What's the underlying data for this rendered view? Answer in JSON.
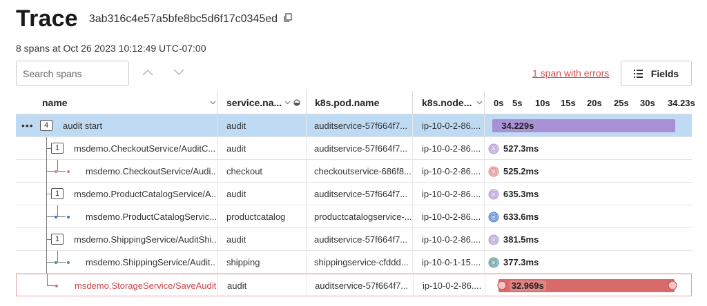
{
  "header": {
    "title": "Trace",
    "trace_id": "3ab316c4e57a5bfe8bc5d6f17c0345ed",
    "summary": "8 spans at Oct 26 2023 10:12:49 UTC-07:00"
  },
  "toolbar": {
    "search_placeholder": "Search spans",
    "errors_link": "1 span with errors",
    "fields_label": "Fields"
  },
  "columns": {
    "name": "name",
    "service": "service.na...",
    "pod": "k8s.pod.name",
    "node": "k8s.node...",
    "ticks": [
      "0s",
      "5s",
      "10s",
      "15s",
      "20s",
      "25s",
      "30s",
      "34.23s"
    ]
  },
  "total_seconds": 34.23,
  "colors": {
    "audit": "#a98fd3",
    "error": "#d86a6a",
    "checkout": "#e07a7a",
    "productcatalog": "#3b6fc9",
    "shipping": "#4a8a96",
    "selected_row": "#bfdaf3"
  },
  "rows": [
    {
      "name": "audit start",
      "service": "audit",
      "pod": "auditservice-57f664f7...",
      "node": "ip-10-0-2-86....",
      "duration": "34.229s",
      "duration_s": 34.229,
      "start_s": 0.05,
      "badge": "4",
      "level": 0,
      "kind": "bar",
      "color": "audit",
      "selected": true,
      "error": false
    },
    {
      "name": "msdemo.CheckoutService/AuditC...",
      "service": "audit",
      "pod": "auditservice-57f664f7...",
      "node": "ip-10-0-2-86....",
      "duration": "527.3ms",
      "badge": "1",
      "level": 1,
      "kind": "icon",
      "color": "audit",
      "selected": false,
      "error": false
    },
    {
      "name": "msdemo.CheckoutService/Audi...",
      "service": "checkout",
      "pod": "checkoutservice-686f8...",
      "node": "ip-10-0-2-86....",
      "duration": "525.2ms",
      "badge": "",
      "level": 2,
      "kind": "icon",
      "color": "checkout",
      "selected": false,
      "error": false
    },
    {
      "name": "msdemo.ProductCatalogService/A...",
      "service": "audit",
      "pod": "auditservice-57f664f7...",
      "node": "ip-10-0-2-86....",
      "duration": "635.3ms",
      "badge": "1",
      "level": 1,
      "kind": "icon",
      "color": "audit",
      "selected": false,
      "error": false
    },
    {
      "name": "msdemo.ProductCatalogServic...",
      "service": "productcatalog",
      "pod": "productcatalogservice-...",
      "node": "ip-10-0-2-86....",
      "duration": "633.6ms",
      "badge": "",
      "level": 2,
      "kind": "icon",
      "color": "productcatalog",
      "selected": false,
      "error": false
    },
    {
      "name": "msdemo.ShippingService/AuditShi...",
      "service": "audit",
      "pod": "auditservice-57f664f7...",
      "node": "ip-10-0-2-86....",
      "duration": "381.5ms",
      "badge": "1",
      "level": 1,
      "kind": "icon",
      "color": "audit",
      "selected": false,
      "error": false
    },
    {
      "name": "msdemo.ShippingService/Audit...",
      "service": "shipping",
      "pod": "shippingservice-cfddd...",
      "node": "ip-10-0-1-15....",
      "duration": "377.3ms",
      "badge": "",
      "level": 2,
      "kind": "icon",
      "color": "shipping",
      "selected": false,
      "error": false
    },
    {
      "name": "msdemo.StorageService/SaveAudit",
      "service": "audit",
      "pod": "auditservice-57f664f7...",
      "node": "ip-10-0-2-86....",
      "duration": "32.969s",
      "duration_s": 32.969,
      "start_s": 1.0,
      "badge": "",
      "level": 1,
      "kind": "bar",
      "color": "error",
      "selected": false,
      "error": true
    }
  ]
}
